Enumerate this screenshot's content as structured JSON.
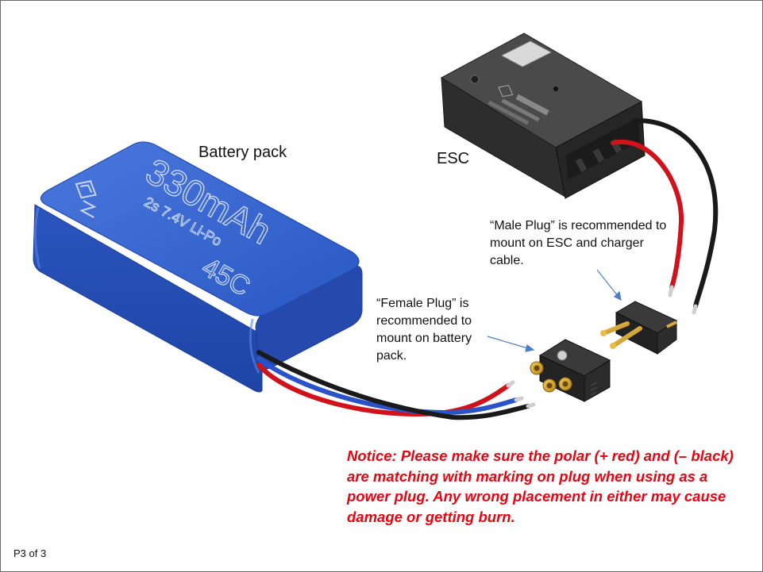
{
  "labels": {
    "battery_pack": "Battery pack",
    "esc": "ESC",
    "male_plug_note": "“Male Plug” is recommended to mount on ESC and charger cable.",
    "female_plug_note": "“Female Plug” is recommended to mount on battery pack."
  },
  "battery_print": {
    "capacity": "330mAh",
    "spec": "2s 7.4V Li-Po",
    "rating": "45C"
  },
  "notice": "Notice: Please make sure the polar (+ red) and (– black) are matching with marking on plug when using as a power plug. Any wrong placement in either may cause damage or getting burn.",
  "footer": {
    "page": "P3 of 3"
  },
  "colors": {
    "battery": "#2f5fc9",
    "notice": "#e30613",
    "wire_red": "#d0121b",
    "wire_black": "#1a1a1a",
    "wire_blue": "#2a52c9",
    "gold": "#d7a628"
  }
}
